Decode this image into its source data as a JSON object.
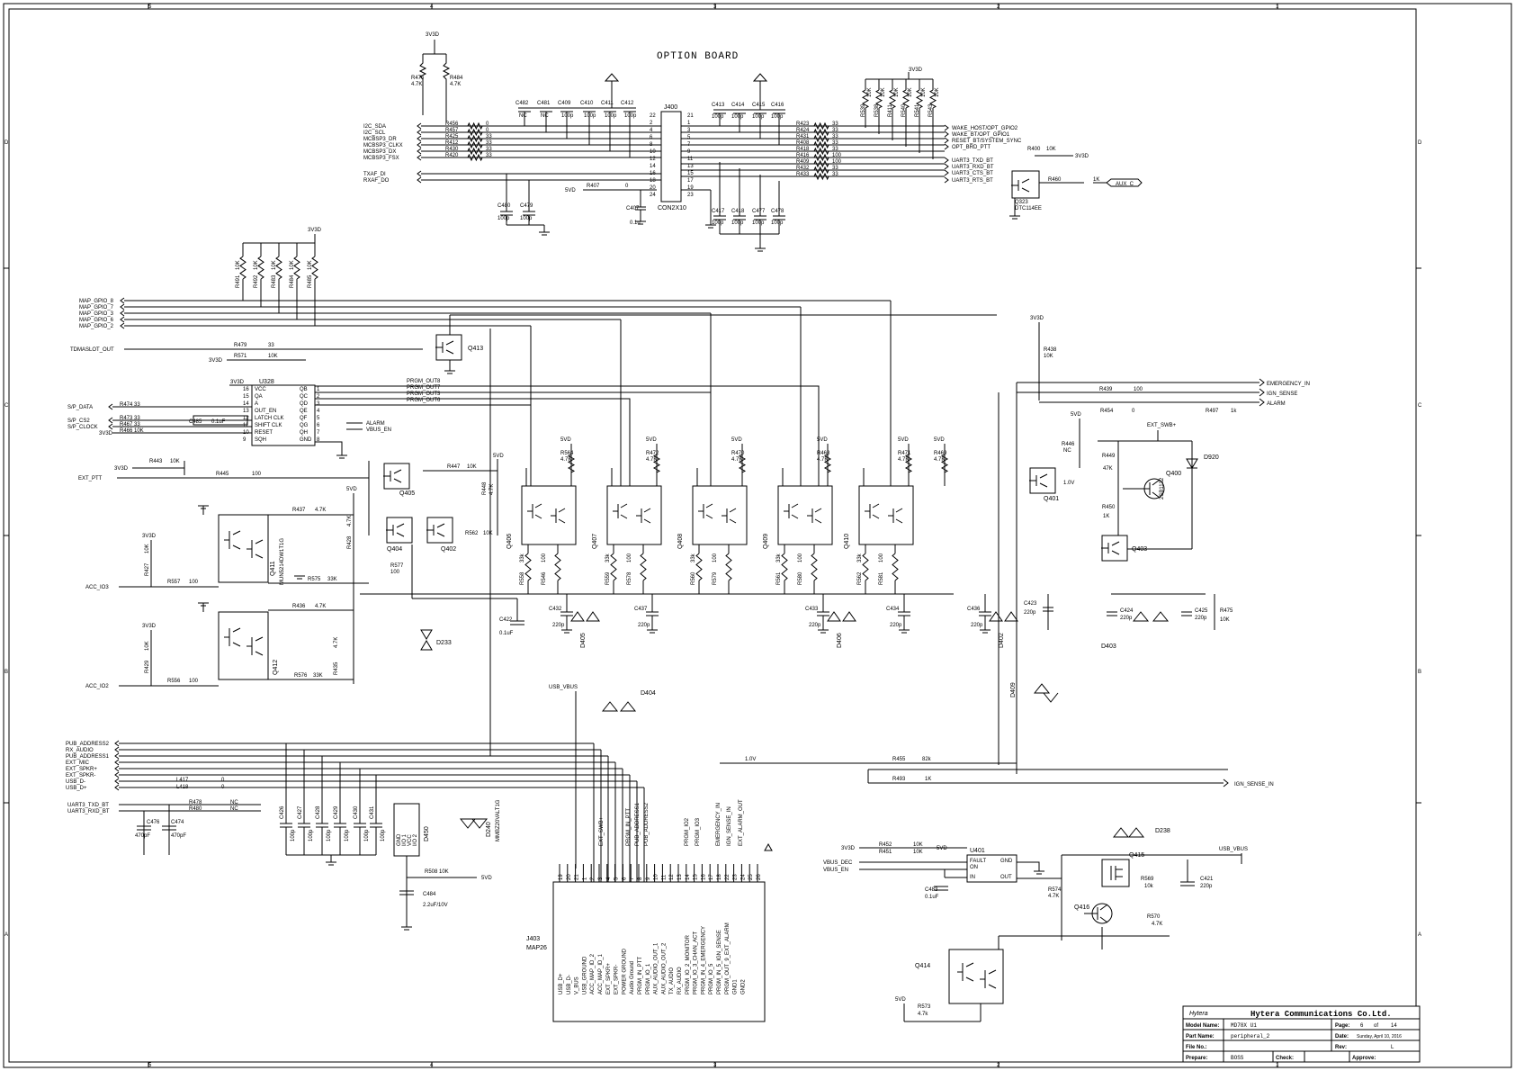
{
  "sheet": {
    "title": "OPTION BOARD",
    "col_marks": [
      "5",
      "4",
      "3",
      "2",
      "1"
    ],
    "row_marks": [
      "D",
      "C",
      "B",
      "A"
    ]
  },
  "power": {
    "v3d": "3V3D",
    "v5": "5VD"
  },
  "option_board": {
    "connector": "J400",
    "connector_part": "CON2X10",
    "left_nets": [
      "I2C_SDA",
      "I2C_SCL",
      "MCBSP3_DR",
      "MCBSP3_CLKX",
      "MCBSP3_DX",
      "MCBSP3_FSX",
      "TXAF_DI",
      "RXAF_DO"
    ],
    "left_res": [
      "R456",
      "R457",
      "R425",
      "R412",
      "R430",
      "R420"
    ],
    "left_vals": [
      "0",
      "0",
      "33",
      "33",
      "33",
      "33"
    ],
    "top_caps": [
      "C482",
      "C481",
      "C409",
      "C410",
      "C411",
      "C412"
    ],
    "top_cap_vals": [
      "NC",
      "NC",
      "100p",
      "100p",
      "100p",
      "100p"
    ],
    "bottom_caps": [
      "C480",
      "C479"
    ],
    "bottom_cap_vals": [
      "100p",
      "100p"
    ],
    "right_top_caps": [
      "C413",
      "C414",
      "C415",
      "C416"
    ],
    "right_bot_caps": [
      "C417",
      "C418",
      "C477",
      "C478"
    ],
    "cap_val": "100p",
    "pin_left": [
      "22",
      "2",
      "4",
      "6",
      "8",
      "10",
      "12",
      "14",
      "16",
      "18",
      "20",
      "24"
    ],
    "pin_right": [
      "21",
      "1",
      "3",
      "5",
      "7",
      "9",
      "11",
      "13",
      "15",
      "17",
      "19",
      "23"
    ],
    "r407": "R407",
    "r407_val": "0",
    "c407": "C407",
    "c407_val": "0.1u",
    "right_res": [
      "R423",
      "R424",
      "R431",
      "R408",
      "R418",
      "R416",
      "R409",
      "R432",
      "R433"
    ],
    "right_vals": [
      "33",
      "33",
      "33",
      "33",
      "33",
      "100",
      "100",
      "33",
      "33"
    ],
    "right_nets": [
      "WAKE_HOST/OPT_GPIO2",
      "WAKE_BT/OPT_GPIO1",
      "RESET_BT/SYSTEM_SYNC",
      "OPT_BRD_PTT",
      "UART3_TXD_BT",
      "UART3_RXD_BT",
      "UART3_CTS_BT",
      "UART3_RTS_BT"
    ],
    "pullups": [
      "R539",
      "R538",
      "R411",
      "R540",
      "R541",
      "R543"
    ],
    "pullup_val": "10K",
    "r400": "R400",
    "r400_val": "10K",
    "r460": "R460",
    "r460_val": "1K",
    "q323": "Q323",
    "q323_part": "DTC114EE",
    "aux_net": "AUX_C"
  },
  "gpio": {
    "nets": [
      "MAP_GPIO_8",
      "MAP_GPIO_7",
      "MAP_GPIO_3",
      "MAP_GPIO_6",
      "MAP_GPIO_2"
    ],
    "res": [
      "R491",
      "R492",
      "R483",
      "R484",
      "R485"
    ],
    "val": "10K",
    "tdmaslot": "TDMASLOT_OUT",
    "r479": "R479",
    "r479_val": "33",
    "r571": "R571",
    "r571_val": "10K",
    "q413": "Q413"
  },
  "u328": {
    "ref": "U328",
    "left_pins": [
      "16",
      "15",
      "14",
      "13",
      "12",
      "11",
      "10",
      "9"
    ],
    "left_names": [
      "VCC",
      "QA",
      "A",
      "OUT_EN",
      "LATCH CLK",
      "SHIFT CLK",
      "RESET",
      "SQH"
    ],
    "right_pins": [
      "1",
      "2",
      "3",
      "4",
      "5",
      "6",
      "7",
      "8"
    ],
    "right_names": [
      "QB",
      "QC",
      "QD",
      "QE",
      "QF",
      "QG",
      "QH",
      "GND"
    ],
    "outputs": [
      "PRGM_OUT8",
      "PRGM_OUT7",
      "PRGM_OUT3",
      "PRGM_OUT6"
    ],
    "alarm": "ALARM",
    "vbus_en": "VBUS_EN",
    "inputs": [
      "S/P_DATA",
      "S/P_CS2",
      "S/P_CLOCK"
    ],
    "in_res": [
      "R474 33",
      "R473 33",
      "R467 33",
      "R466 10K"
    ],
    "c485": "C485",
    "c485_val": "0.1uF"
  },
  "ext_ptt": {
    "net": "EXT_PTT",
    "r443": "R443",
    "r443_val": "10K",
    "r445": "R445",
    "r445_val": "100",
    "q405": "Q405",
    "r447": "R447",
    "r447_val": "10K",
    "r448": "R448",
    "r448_val": "4.7K",
    "q404": "Q404",
    "q402": "Q402",
    "r562": "R562",
    "r562_val": "10K",
    "r577": "R577",
    "r577_val": "100",
    "c422": "C422",
    "c422_val": "0.1uF",
    "d233": "D233"
  },
  "acc": {
    "io3": "ACC_IO3",
    "io2": "ACC_IO2",
    "q411": "Q411",
    "q411_part": "MUN5214DW1T1G",
    "q412": "Q412",
    "r437": "R437",
    "r437_val": "4.7K",
    "r427": "R427",
    "r427_val": "10K",
    "r557": "R557",
    "r557_val": "100",
    "r575": "R575",
    "r575_val": "33K",
    "r428": "R428",
    "r428_val": "4.7K",
    "r436": "R436",
    "r436_val": "4.7K",
    "r429": "R429",
    "r429_val": "10K",
    "r556": "R556",
    "r556_val": "100",
    "r576": "R576",
    "r576_val": "33K",
    "r435": "R435",
    "r435_val": "4.7K"
  },
  "prgm_stages": [
    {
      "q": "Q406",
      "rtop": "R564",
      "rtop_val": "4.7K",
      "rlow": "R558",
      "rlow_val": "33k",
      "rout": "R546",
      "rout_val": "100",
      "cap": "C432",
      "cap_val": "220p",
      "diode": "D405"
    },
    {
      "q": "Q407",
      "rtop": "R472",
      "rtop_val": "4.7K",
      "rlow": "R559",
      "rlow_val": "33k",
      "rout": "R578",
      "rout_val": "100",
      "cap": "C437",
      "cap_val": "220p",
      "diode": ""
    },
    {
      "q": "Q408",
      "rtop": "R470",
      "rtop_val": "4.7K",
      "rlow": "R560",
      "rlow_val": "33k",
      "rout": "R579",
      "rout_val": "100",
      "cap": "",
      "cap_val": "",
      "diode": ""
    },
    {
      "q": "Q409",
      "rtop": "R468",
      "rtop_val": "4.7K",
      "rlow": "R561",
      "rlow_val": "33k",
      "rout": "R580",
      "rout_val": "100",
      "cap": "C433",
      "cap_val": "220p",
      "diode": "D406"
    },
    {
      "q": "Q410",
      "rtop": "R471",
      "rtop_val": "4.7K",
      "rlow": "R562",
      "rlow_val": "33k",
      "rout": "R581",
      "rout_val": "100",
      "cap": "C434",
      "cap_val": "220p",
      "diode": ""
    },
    {
      "q": "",
      "rtop": "R469",
      "rtop_val": "4.7K",
      "rlow": "",
      "rlow_val": "",
      "rout": "",
      "rout_val": "",
      "cap": "C436",
      "cap_val": "220p",
      "diode": "D402"
    }
  ],
  "emergency": {
    "r438": "R438",
    "r438_val": "10K",
    "r439": "R439",
    "r439_val": "100",
    "r454": "R454",
    "r454_val": "0",
    "r497": "R497",
    "r497_val": "1k",
    "nets": [
      "EMERGENCY_IN",
      "IGN_SENSE",
      "ALARM"
    ],
    "ext_swb": "EXT_SWB+",
    "r446": "R446",
    "r446_val": "NC",
    "r449": "R449",
    "r449_val": "47K",
    "r450": "R450",
    "r450_val": "1K",
    "q400": "Q400",
    "q400_part": "2SB1132",
    "q401": "Q401",
    "q403": "Q403",
    "d920": "D920",
    "d403": "D403",
    "d409": "D409",
    "c423": "C423",
    "c424": "C424",
    "c425": "C425",
    "cap_val": "220p",
    "r475": "R475",
    "r475_val": "10K",
    "v1": "1.0V"
  },
  "usb": {
    "vbus": "USB_VBUS",
    "d404": "D404",
    "left_nets": [
      "PUB_ADDRESS2",
      "RX_AUDIO",
      "PUB_ADDRESS1",
      "EXT_MIC",
      "EXT_SPKR+",
      "EXT_SPKR-",
      "USB_D-",
      "USB_D+"
    ],
    "l417": "L417",
    "l418": "L418",
    "l_val": "0",
    "uart": [
      "UART3_TXD_BT",
      "UART3_RXD_BT"
    ],
    "r478": "R478",
    "r480": "R480",
    "r_nc": "NC",
    "c476": "C476",
    "c474": "C474",
    "c47x_val": "470pF",
    "filt_caps": [
      "C426",
      "C427",
      "C428",
      "C429",
      "C430",
      "C431"
    ],
    "filt_val": "100p",
    "d450": "D450",
    "d450_pins": [
      "GND",
      "I/O 1",
      "VCC",
      "I/O 2"
    ],
    "d240": "D240",
    "d240_part": "MMBZ20VALT1G",
    "r508": "R508",
    "r508_val": "10K",
    "c484": "C484",
    "c484_val": "2.2uF/10V"
  },
  "j403": {
    "ref": "J403",
    "part": "MAP26",
    "pins": [
      "19",
      "20",
      "21",
      "1",
      "2",
      "3",
      "4",
      "5",
      "6",
      "7",
      "8",
      "9",
      "10",
      "11",
      "12",
      "13",
      "14",
      "15",
      "16",
      "17",
      "18",
      "22",
      "23",
      "24",
      "25",
      "26"
    ],
    "names": [
      "USB_D+",
      "USB_D-",
      "V_BUS",
      "USB_GROUND",
      "ACC_MAP_ID_2",
      "ACC_MAP_ID_1",
      "EXT_SPKR+",
      "EXT_SPKR-",
      "POWER GROUND",
      "Audio Ground",
      "PRGM_IN_PTT",
      "PRGM_IO_1",
      "AUX_AUDIO_OUT_1",
      "AUX_AUDIO_OUT_2",
      "TX_AUDIO",
      "RX_AUDIO",
      "PRGM_IO_2_MONITOR",
      "PRGM_IO_3_CHAN_ACT",
      "PRGM_IN_4_EMERGENCY",
      "PRGM_IO_5",
      "PRGM_IN_5_IGN_SENSE",
      "PRGM_OUT_9_EXT_ALARM",
      "GND1",
      "GND2",
      "",
      ""
    ],
    "net_labels": [
      "EXT_SWB+",
      "PRGM_IN_PTT",
      "PUB_ADDRESS1",
      "PUB_ADDRESS2",
      "PRGM_IO2",
      "PRGM_IO3",
      "EMERGENCY_IN",
      "IGN_SENSE_IN",
      "EXT_ALARM_OUT"
    ]
  },
  "ign": {
    "r455": "R455",
    "r455_val": "82k",
    "r493": "R493",
    "r493_val": "1K",
    "net": "IGN_SENSE_IN",
    "v1": "1.0V"
  },
  "u401": {
    "ref": "U401",
    "pins_l": [
      "FAULT",
      "ON",
      "IN"
    ],
    "pins_r": [
      "GND",
      "OUT"
    ],
    "r452": "R452",
    "r452_val": "10K",
    "r451": "R451",
    "r451_val": "10K",
    "vbus_dec": "VBUS_DEC",
    "vbus_en": "VBUS_EN",
    "c483": "C483",
    "c483_val": "0.1uF",
    "q415": "Q415",
    "q416": "Q416",
    "q414": "Q414",
    "d238": "D238",
    "r574": "R574",
    "r574_val": "4.7K",
    "r569": "R569",
    "r569_val": "10k",
    "r570": "R570",
    "r570_val": "4.7K",
    "r573": "R573",
    "r573_val": "4.7k",
    "c421": "C421",
    "c421_val": "220p",
    "usb_vbus": "USB_VBUS"
  },
  "titleblock": {
    "logo": "Hytera",
    "company": "Hytera Communications Co.Ltd.",
    "model_label": "Model Name:",
    "model": "MD78X U1",
    "page_label": "Page:",
    "page": "6",
    "of": "of",
    "total": "14",
    "part_label": "Part Name:",
    "part": "peripheral_2",
    "date_label": "Date:",
    "date": "Sunday, April 10, 2016",
    "file_label": "File No.:",
    "rev_label": "Rev:",
    "rev": "L",
    "prepare_label": "Prepare:",
    "prepare": "BOSS",
    "check_label": "Check:",
    "approve_label": "Approve:"
  }
}
